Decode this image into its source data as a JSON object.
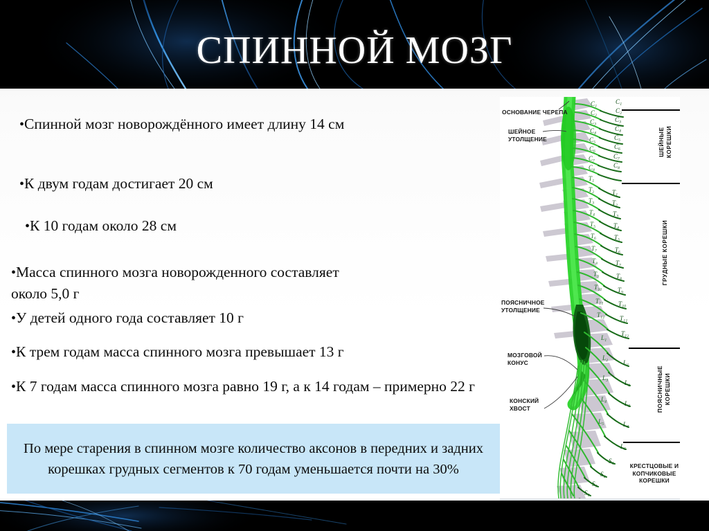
{
  "slide": {
    "title": "СПИННОЙ МОЗГ",
    "accent_color": "#1f74c8",
    "header_background": "#000000",
    "note_background": "#c8e6f8",
    "body_text_color": "#0d0d0d"
  },
  "bullets": [
    {
      "marker": "•",
      "text": "Спинной мозг новорождённого имеет длину 14 см"
    },
    {
      "marker": "•",
      "text": "К двум годам достигает 20 см"
    },
    {
      "marker": "•",
      "text": "К 10 годам около 28 см"
    },
    {
      "marker": "•",
      "text": "Масса спинного мозга новорожденного составляет около 5,0 г"
    },
    {
      "marker": "•",
      "text": "У детей одного года составляет 10 г"
    },
    {
      "marker": "•",
      "text": "К трем годам масса спинного мозга превышает 13 г"
    },
    {
      "marker": "•",
      "text": "К 7 годам масса спинного мозга равно 19 г, а к 14 годам – примерно 22 г"
    }
  ],
  "note": {
    "text": "По мере старения в спинном мозге количество аксонов в передних и задних корешках грудных сегментов к 70 годам уменьшается почти на 30%"
  },
  "figure": {
    "alt_name": "spinal-cord-diagram",
    "cord_color": "#2fcf2f",
    "cord_dark_color": "#0e6a12",
    "vertebra_color": "#c9c4cf",
    "labels_left": [
      {
        "id": "skull-base",
        "text": "ОСНОВАНИЕ ЧЕРЕПА"
      },
      {
        "id": "cervical-enlargement",
        "text": "ШЕЙНОЕ\nУТОЛЩЕНИЕ"
      },
      {
        "id": "lumbar-enlargement",
        "text": "ПОЯСНИЧНОЕ\nУТОЛЩЕНИЕ"
      },
      {
        "id": "conus-medullaris",
        "text": "МОЗГОВОЙ\nКОНУС"
      },
      {
        "id": "cauda-equina",
        "text": "КОНСКИЙ\nХВОСТ"
      }
    ],
    "labels_right": [
      {
        "id": "cervical-roots",
        "text": "ШЕЙНЫЕ\nКОРЕШКИ"
      },
      {
        "id": "thoracic-roots",
        "text": "ГРУДНЫЕ КОРЕШКИ"
      },
      {
        "id": "lumbar-roots",
        "text": "ПОЯСНИЧНЫЕ\nКОРЕШКИ"
      },
      {
        "id": "sacral-coccygeal-roots",
        "text": "КРЕСТЦОВЫЕ И\nКОПЧИКОВЫЕ\nКОРЕШКИ"
      }
    ],
    "root_labels": {
      "cervical": [
        "C₁",
        "C₂",
        "C₃",
        "C₄",
        "C₅",
        "C₆",
        "C₇",
        "C₈"
      ],
      "thoracic": [
        "T₁",
        "T₂",
        "T₃",
        "T₄",
        "T₅",
        "T₆",
        "T₇",
        "T₈",
        "T₉",
        "T₁₀",
        "T₁₁",
        "T₁₂"
      ],
      "lumbar": [
        "L₁",
        "L₂",
        "L₃",
        "L₄",
        "L₅"
      ],
      "sacral": [
        "S₁",
        "S₂",
        "S₃",
        "S₄",
        "S₅"
      ]
    }
  }
}
